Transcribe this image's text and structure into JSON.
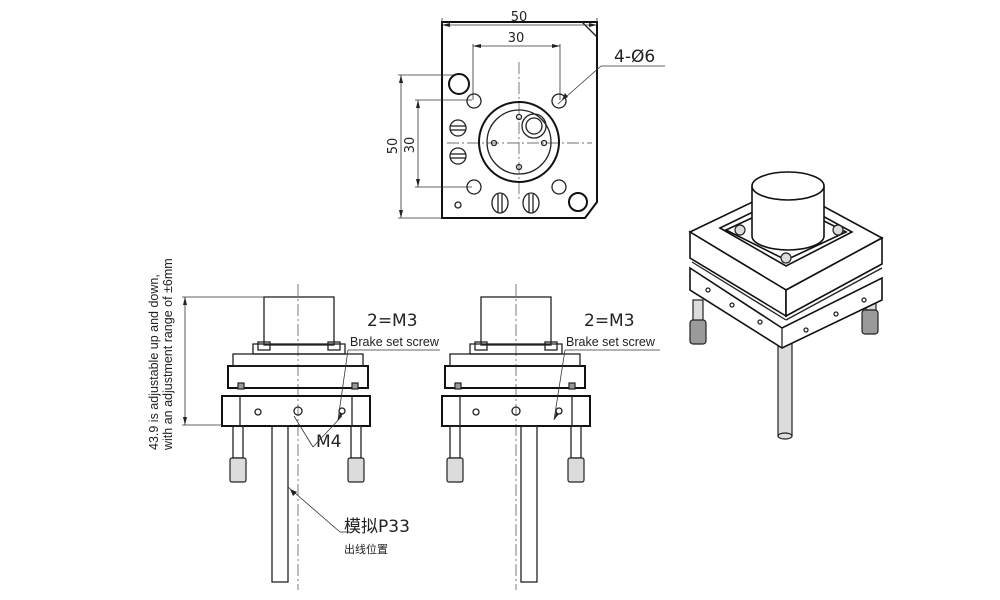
{
  "top_view": {
    "dim_width_outer": "50",
    "dim_width_inner": "30",
    "dim_height_outer": "50",
    "dim_height_inner": "30",
    "hole_callout": "4-Ø6"
  },
  "front_view_left": {
    "callout_set_screw": "2=M3",
    "brake_label": "Brake set screw",
    "thread_label": "M4",
    "adjust_note_line1": "43.9 is adjustable up and down,",
    "adjust_note_line2": "with an adjustment range of ±6mm",
    "model_label": "模拟P33",
    "outlet_label": "出线位置"
  },
  "front_view_right": {
    "callout_set_screw": "2=M3",
    "brake_label": "Brake set screw"
  },
  "colors": {
    "line": "#222222",
    "background": "#ffffff",
    "shade_light": "#dcdcdc",
    "shade_dark": "#9a9a9a"
  }
}
